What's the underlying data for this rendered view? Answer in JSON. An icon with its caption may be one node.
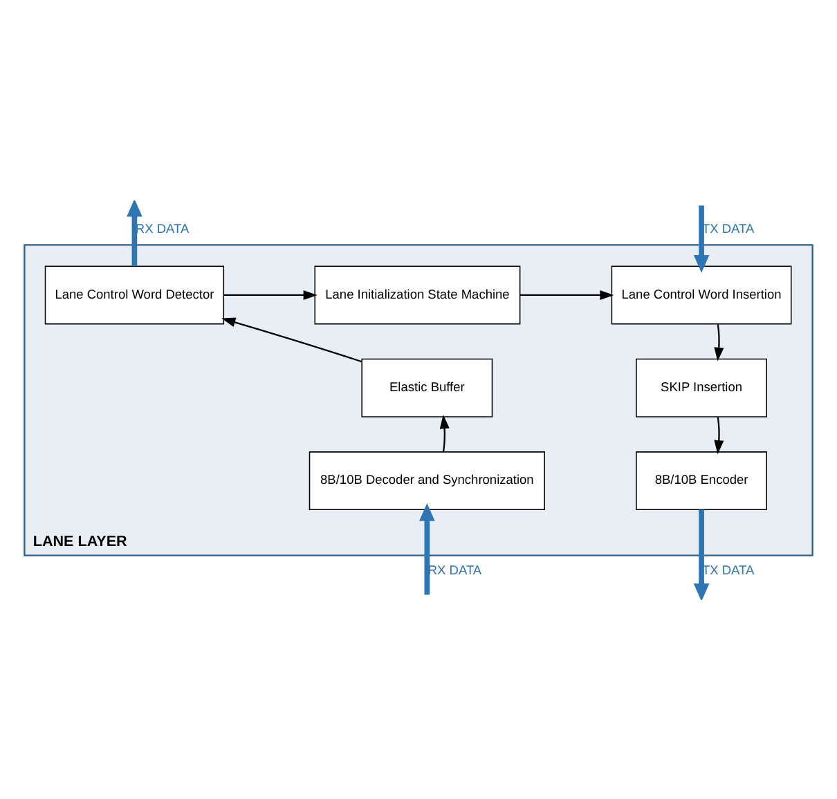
{
  "diagram": {
    "nodes": [
      {
        "text": [
          "LANE LAYER"
        ]
      },
      {
        "text": [
          "Lane Control Word Insertion"
        ],
        "in": 0
      },
      {
        "text": [
          "Lane Initialization State Machine"
        ],
        "in": 0
      },
      {
        "text": [
          "Lane Control Word Detector"
        ],
        "in": 0
      },
      {
        "text": [
          "SKIP Insertion"
        ],
        "in": 0
      },
      {
        "text": [
          "Elastic Buffer"
        ],
        "in": 0
      },
      {
        "text": [
          "8B/10B Encoder"
        ],
        "in": 0
      },
      {
        "text": [
          "8B/10B Decoder and Synchronization"
        ],
        "in": 0
      }
    ],
    "edges": [
      {
        "from": null,
        "to": 1,
        "arrow": "to",
        "label": "TX DATA",
        "style": "thick",
        "color": "#2e75b6"
      },
      {
        "from": 1,
        "to": 4,
        "arrow": "to"
      },
      {
        "from": 4,
        "to": 6,
        "arrow": "to"
      },
      {
        "from": 6,
        "to": null,
        "arrow": "to",
        "label": "TX DATA",
        "style": "thick",
        "color": "#2e75b6"
      },
      {
        "from": null,
        "to": 7,
        "arrow": "to",
        "label": "RX DATA",
        "style": "thick",
        "color": "#2e75b6"
      },
      {
        "from": 7,
        "to": 5,
        "arrow": "to"
      },
      {
        "from": 5,
        "to": 3,
        "arrow": "to"
      },
      {
        "from": 3,
        "to": 2,
        "arrow": "to"
      },
      {
        "from": 2,
        "to": 1,
        "arrow": "to"
      },
      {
        "from": 3,
        "to": null,
        "arrow": "to",
        "label": "RX DATA",
        "style": "thick",
        "color": "#2e75b6"
      }
    ]
  }
}
